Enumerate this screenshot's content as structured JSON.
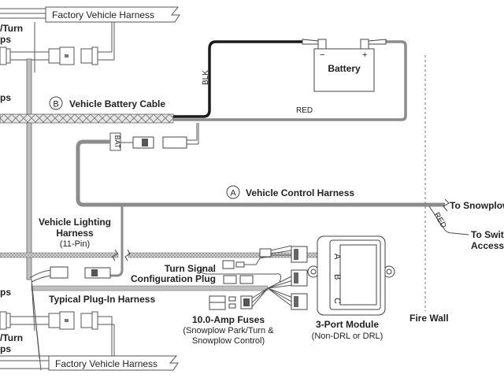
{
  "diagram": {
    "title": "Snowplow wiring diagram",
    "colors": {
      "wire_gray": "#8c8c8c",
      "wire_black": "#1a1a1a",
      "line": "#444444",
      "text": "#222222",
      "background": "#ffffff"
    },
    "labels": {
      "factory_harness_top": "Factory Vehicle Harness",
      "factory_harness_bottom": "Factory Vehicle Harness",
      "park_turn_top_1": "/Turn",
      "park_turn_top_2": "ps",
      "lamps_top": "ps",
      "lamps_bottom": "ps",
      "park_turn_bottom_1": "/Turn",
      "park_turn_bottom_2": "ps",
      "vehicle_battery_cable_letter": "B",
      "vehicle_battery_cable": "Vehicle Battery Cable",
      "blk": "BLK",
      "red_battery": "RED",
      "battery": "Battery",
      "battery_neg": "−",
      "battery_pos": "+",
      "bat_tag": "BAT",
      "vehicle_control_harness_letter": "A",
      "vehicle_control_harness": "Vehicle Control Harness",
      "to_snowplow": "To Snowplow",
      "red_switch": "RED",
      "to_switch_1": "To Swit",
      "to_switch_2": "Access",
      "vehicle_lighting_1": "Vehicle Lighting",
      "vehicle_lighting_2": "Harness",
      "vehicle_lighting_3": "(11-Pin)",
      "turn_signal_1": "Turn Signal",
      "turn_signal_2": "Configuration Plug",
      "typical_plug_in": "Typical Plug-In Harness",
      "fuses_1": "10.0-Amp Fuses",
      "fuses_2": "(Snowplow Park/Turn &",
      "fuses_3": "Snowplow Control)",
      "module_1": "3-Port Module",
      "module_2": "(Non-DRL or DRL)",
      "port_a": "A",
      "port_b": "B",
      "port_c": "C",
      "fire_wall": "Fire Wall"
    }
  }
}
